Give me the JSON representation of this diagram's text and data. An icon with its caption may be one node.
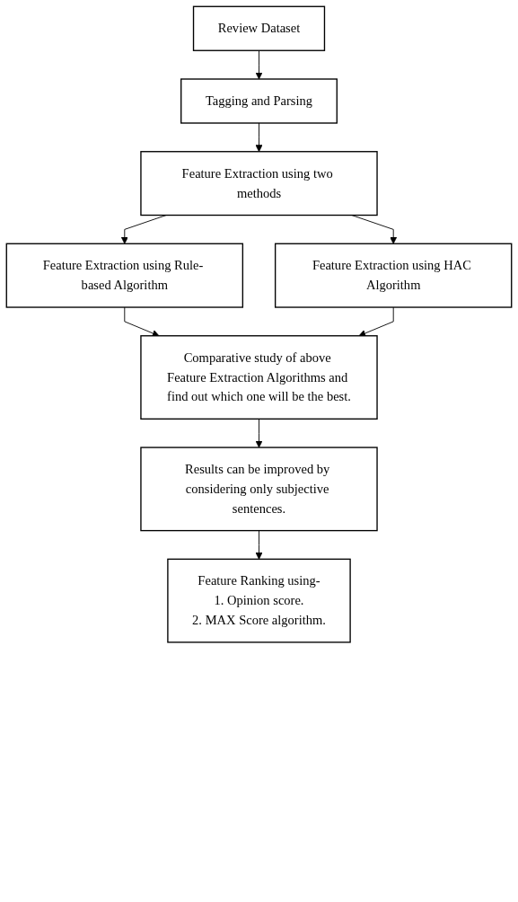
{
  "diagram": {
    "nodes": [
      {
        "text": [
          "Review Dataset"
        ]
      },
      {
        "text": [
          "Tagging and Parsing"
        ]
      },
      {
        "text": [
          "Feature Extraction using two methods"
        ]
      },
      {
        "text": [
          "Feature Extraction using Rule- based Algorithm"
        ]
      },
      {
        "text": [
          "Feature Extraction using HAC Algorithm"
        ]
      },
      {
        "text": [
          "Comparative study of above Feature Extraction Algorithms and find out which one will be the best."
        ]
      },
      {
        "text": [
          "Results can be improved by considering only subjective sentences."
        ]
      },
      {
        "text": [
          "Feature Ranking using-",
          "1. Opinion score.",
          "2. MAX Score algorithm."
        ]
      }
    ],
    "edges": [
      {
        "from": 0,
        "to": 1,
        "arrow": "to"
      },
      {
        "from": 1,
        "to": 2,
        "arrow": "to"
      },
      {
        "from": 2,
        "to": 3,
        "arrow": "to"
      },
      {
        "from": 2,
        "to": 4,
        "arrow": "to"
      },
      {
        "from": 3,
        "to": 5,
        "arrow": "to"
      },
      {
        "from": 4,
        "to": 5,
        "arrow": "to"
      },
      {
        "from": 5,
        "to": 6,
        "arrow": "to"
      },
      {
        "from": 6,
        "to": 7,
        "arrow": "to"
      }
    ]
  }
}
